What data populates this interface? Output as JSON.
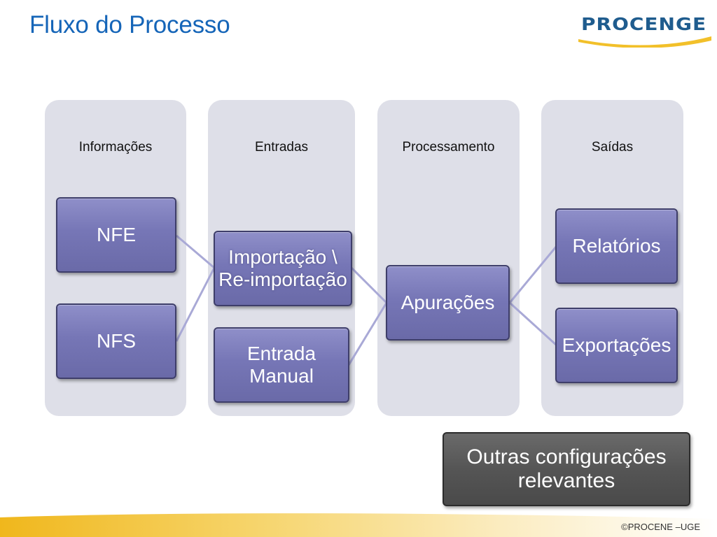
{
  "slide": {
    "title": "Fluxo do Processo",
    "footer": "©PROCENE –UGE"
  },
  "logo": {
    "text": "PROCENGE",
    "brand_color": "#1f5c8e",
    "swoosh_color": "#f2c02a"
  },
  "columns": [
    {
      "label": "Informações"
    },
    {
      "label": "Entradas"
    },
    {
      "label": "Processamento"
    },
    {
      "label": "Saídas"
    }
  ],
  "nodes": {
    "nfe": "NFE",
    "nfs": "NFS",
    "importacao": "Importação \\ Re-importação",
    "entrada_manual": "Entrada Manual",
    "apuracoes": "Apurações",
    "relatorios": "Relatórios",
    "exportacoes": "Exportações"
  },
  "extra_box": {
    "label": "Outras configurações relevantes"
  },
  "colors": {
    "title": "#1565b8",
    "column_bg": "#dedfe8",
    "node_fill": "#7676b6",
    "node_border": "#3e3e6a",
    "connector": "#a9a9d6",
    "dark_node_fill": "#555555"
  }
}
